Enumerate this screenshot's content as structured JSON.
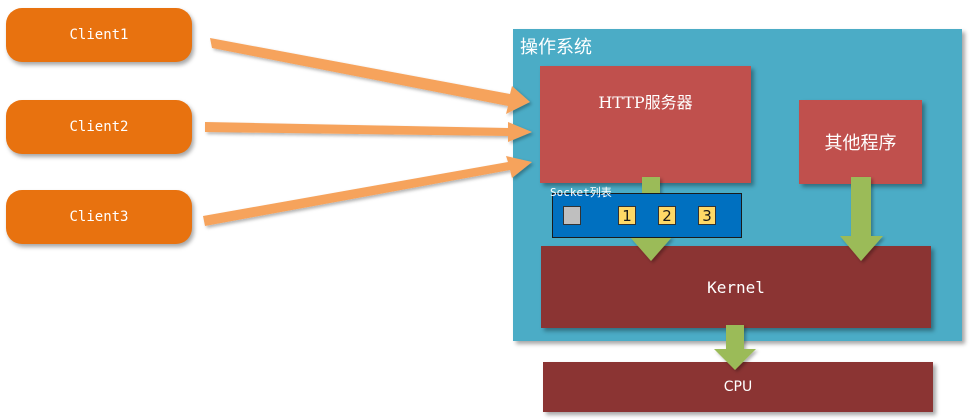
{
  "clients": [
    "Client1",
    "Client2",
    "Client3"
  ],
  "os": {
    "title": "操作系统",
    "http_server": "HTTP服务器",
    "other_programs": "其他程序",
    "socket_list": {
      "label": "Socket列表",
      "slots": [
        "",
        "1",
        "2",
        "3"
      ]
    },
    "kernel": "Kernel"
  },
  "cpu": "CPU",
  "colors": {
    "client": "#e8720f",
    "os_background": "#4bacc6",
    "program": "#c0504d",
    "kernel": "#8b3433",
    "socket_list": "#0070c0",
    "slot_empty": "#bfbfbf",
    "slot_filled": "#ffd966",
    "client_arrow": "#f6a35c",
    "flow_arrow": "#9bbb59"
  }
}
